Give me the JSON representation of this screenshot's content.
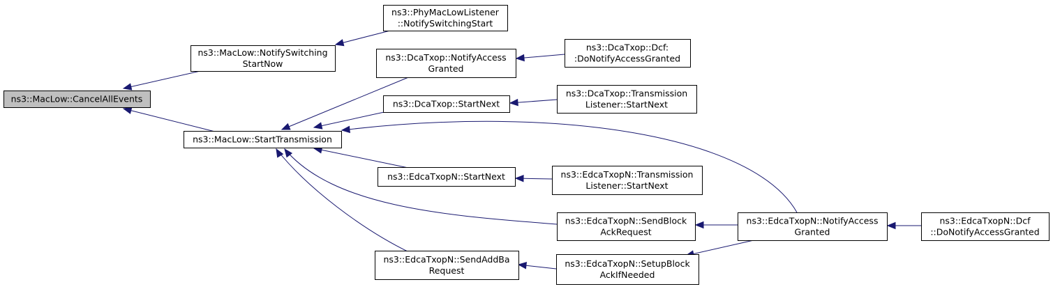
{
  "graph": {
    "colors": {
      "highlight_fill": "#bfbfbf",
      "node_fill": "#ffffff",
      "node_border": "#000000",
      "edge": "#191970"
    },
    "nodes": [
      {
        "id": "cancel_all_events",
        "lines": [
          "ns3::MacLow::CancelAllEvents"
        ],
        "highlighted": true
      },
      {
        "id": "notify_switching_start_now",
        "lines": [
          "ns3::MacLow::NotifySwitching",
          "StartNow"
        ]
      },
      {
        "id": "phy_listener_notify_switching_start",
        "lines": [
          "ns3::PhyMacLowListener",
          "::NotifySwitchingStart"
        ]
      },
      {
        "id": "start_transmission",
        "lines": [
          "ns3::MacLow::StartTransmission"
        ]
      },
      {
        "id": "dcatxop_notify_access_granted",
        "lines": [
          "ns3::DcaTxop::NotifyAccess",
          "Granted"
        ]
      },
      {
        "id": "dcatxop_dcf_do_notify",
        "lines": [
          "ns3::DcaTxop::Dcf:",
          ":DoNotifyAccessGranted"
        ]
      },
      {
        "id": "dcatxop_start_next",
        "lines": [
          "ns3::DcaTxop::StartNext"
        ]
      },
      {
        "id": "dcatxop_tl_start_next",
        "lines": [
          "ns3::DcaTxop::Transmission",
          "Listener::StartNext"
        ]
      },
      {
        "id": "edca_start_next",
        "lines": [
          "ns3::EdcaTxopN::StartNext"
        ]
      },
      {
        "id": "edca_tl_start_next",
        "lines": [
          "ns3::EdcaTxopN::Transmission",
          "Listener::StartNext"
        ]
      },
      {
        "id": "edca_send_block_ack_request",
        "lines": [
          "ns3::EdcaTxopN::SendBlock",
          "AckRequest"
        ]
      },
      {
        "id": "edca_notify_access_granted",
        "lines": [
          "ns3::EdcaTxopN::NotifyAccess",
          "Granted"
        ]
      },
      {
        "id": "edca_dcf_do_notify",
        "lines": [
          "ns3::EdcaTxopN::Dcf",
          "::DoNotifyAccessGranted"
        ]
      },
      {
        "id": "edca_send_add_ba_request",
        "lines": [
          "ns3::EdcaTxopN::SendAddBa",
          "Request"
        ]
      },
      {
        "id": "edca_setup_block_ack",
        "lines": [
          "ns3::EdcaTxopN::SetupBlock",
          "AckIfNeeded"
        ]
      }
    ],
    "edges": [
      {
        "id": "e1",
        "from": "notify_switching_start_now",
        "to": "cancel_all_events"
      },
      {
        "id": "e2",
        "from": "start_transmission",
        "to": "cancel_all_events"
      },
      {
        "id": "e3",
        "from": "phy_listener_notify_switching_start",
        "to": "notify_switching_start_now"
      },
      {
        "id": "e4",
        "from": "dcatxop_notify_access_granted",
        "to": "start_transmission"
      },
      {
        "id": "e5",
        "from": "dcatxop_start_next",
        "to": "start_transmission"
      },
      {
        "id": "e6",
        "from": "edca_notify_access_granted",
        "to": "start_transmission"
      },
      {
        "id": "e7",
        "from": "edca_start_next",
        "to": "start_transmission"
      },
      {
        "id": "e8",
        "from": "edca_send_block_ack_request",
        "to": "start_transmission"
      },
      {
        "id": "e9",
        "from": "edca_send_add_ba_request",
        "to": "start_transmission"
      },
      {
        "id": "e10",
        "from": "dcatxop_dcf_do_notify",
        "to": "dcatxop_notify_access_granted"
      },
      {
        "id": "e11",
        "from": "dcatxop_tl_start_next",
        "to": "dcatxop_start_next"
      },
      {
        "id": "e12",
        "from": "edca_tl_start_next",
        "to": "edca_start_next"
      },
      {
        "id": "e13",
        "from": "edca_notify_access_granted",
        "to": "edca_send_block_ack_request"
      },
      {
        "id": "e14",
        "from": "edca_setup_block_ack",
        "to": "edca_send_add_ba_request"
      },
      {
        "id": "e15",
        "from": "edca_notify_access_granted",
        "to": "edca_setup_block_ack"
      },
      {
        "id": "e16",
        "from": "edca_dcf_do_notify",
        "to": "edca_notify_access_granted"
      }
    ]
  }
}
